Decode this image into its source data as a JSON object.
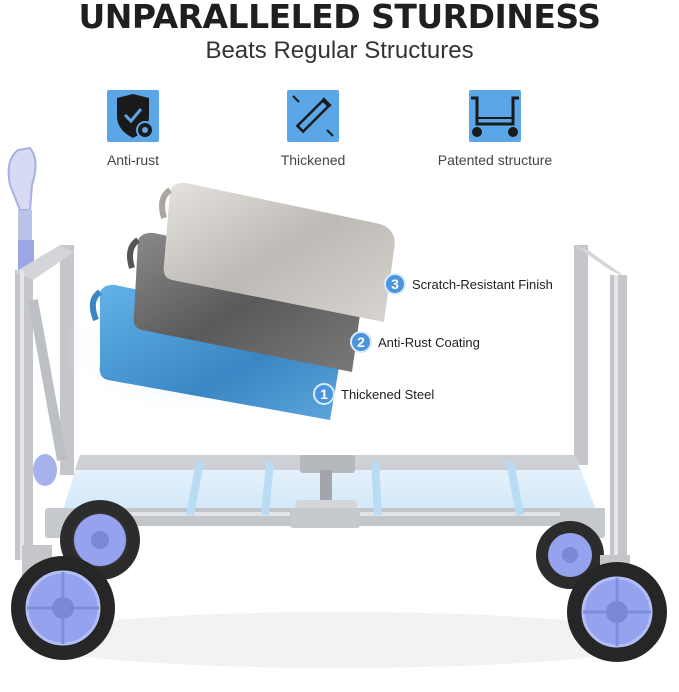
{
  "header": {
    "title": "UNPARALLELED STURDINESS",
    "subtitle": "Beats Regular Structures"
  },
  "features": [
    {
      "icon": "shield-gear-icon",
      "label": "Anti-rust"
    },
    {
      "icon": "steel-tube-icon",
      "label": "Thickened"
    },
    {
      "icon": "wagon-frame-icon",
      "label": "Patented structure"
    }
  ],
  "layers": [
    {
      "number": "3",
      "label": "Scratch-Resistant Finish"
    },
    {
      "number": "2",
      "label": "Anti-Rust Coating"
    },
    {
      "number": "1",
      "label": "Thickened Steel"
    }
  ],
  "colors": {
    "accent": "#4b95de",
    "icon_bg": "#5aa6e6",
    "frame": "#bfc3c8",
    "wheel_hub": "#8f9ff0"
  }
}
